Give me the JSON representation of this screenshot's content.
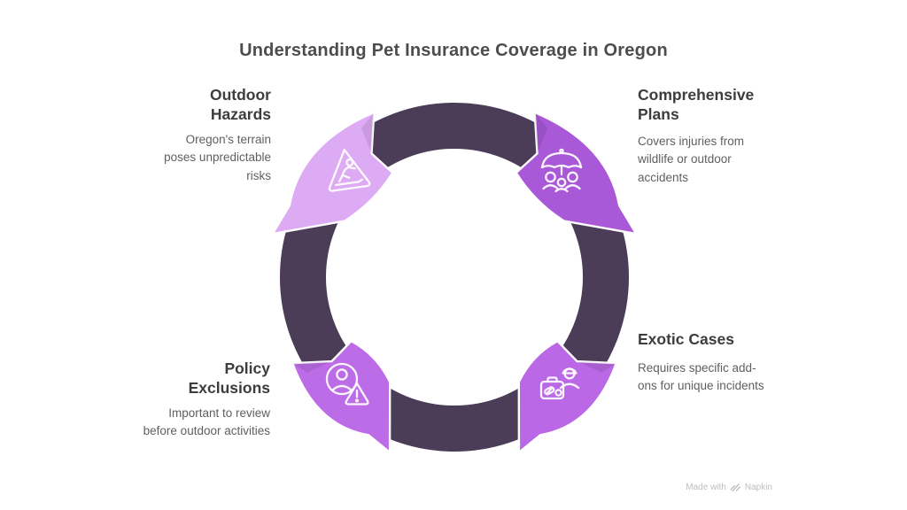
{
  "title": "Understanding Pet Insurance Coverage in Oregon",
  "ring_color": "#4b3c57",
  "nodes": [
    {
      "id": "outdoor-hazards",
      "label": "Outdoor Hazards",
      "description": "Oregon's terrain poses unpredictable risks",
      "color": "#ddabf4",
      "icon": "slip-warning-icon"
    },
    {
      "id": "comprehensive-plans",
      "label": "Comprehensive Plans",
      "description": "Covers injuries from wildlife or outdoor accidents",
      "color": "#a958d8",
      "icon": "family-umbrella-icon"
    },
    {
      "id": "exotic-cases",
      "label": "Exotic Cases",
      "description": "Requires specific add-ons for unique incidents",
      "color": "#ba68e5",
      "icon": "vet-kit-icon"
    },
    {
      "id": "policy-exclusions",
      "label": "Policy Exclusions",
      "description": "Important to review before outdoor activities",
      "color": "#bd6ce7",
      "icon": "person-alert-icon"
    }
  ],
  "watermark": {
    "prefix": "Made with",
    "brand": "Napkin"
  }
}
